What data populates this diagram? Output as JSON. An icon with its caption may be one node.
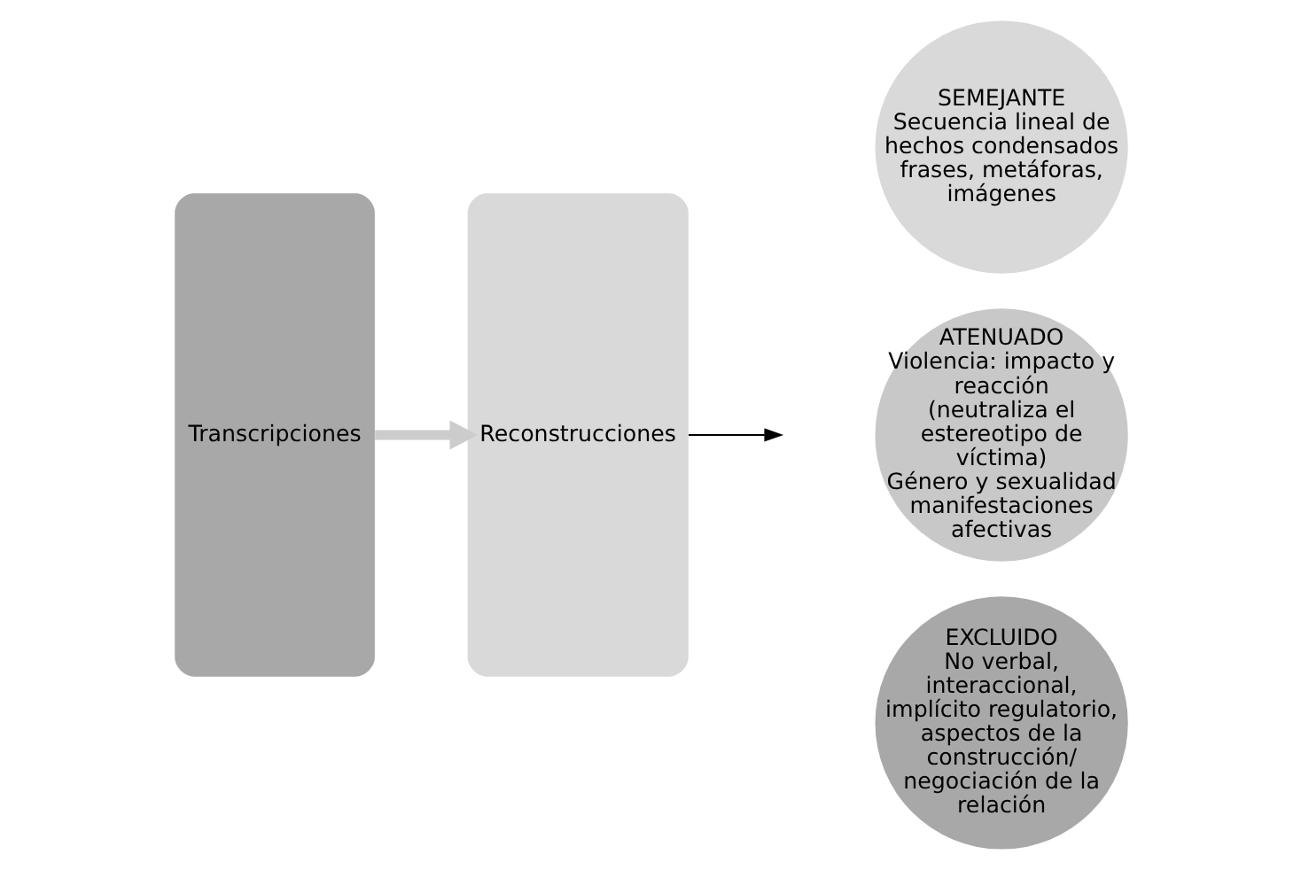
{
  "diagram": {
    "nodes": [
      {
        "text": [
          "Transcripciones"
        ]
      },
      {
        "text": [
          "Reconstrucciones"
        ]
      },
      {
        "text": [
          "SEMEJANTE",
          "Secuencia lineal de hechos condensados frases, metáforas, imágenes"
        ]
      },
      {
        "text": [
          "ATENUADO",
          "Violencia: impacto y reacción",
          "(neutraliza el estereotipo de víctima)",
          "Género y sexualidad manifestaciones afectivas"
        ]
      },
      {
        "text": [
          "EXCLUIDO",
          "No verbal, interaccional, implícito regulatorio, aspectos de la construcción/ negociación de la relación"
        ]
      }
    ],
    "edges": [
      {
        "from": 0,
        "to": 1,
        "arrow": "to",
        "style": "thick",
        "color": "#cccccc"
      },
      {
        "from": 1,
        "to": null,
        "arrow": "to",
        "color": "#000000"
      }
    ]
  }
}
